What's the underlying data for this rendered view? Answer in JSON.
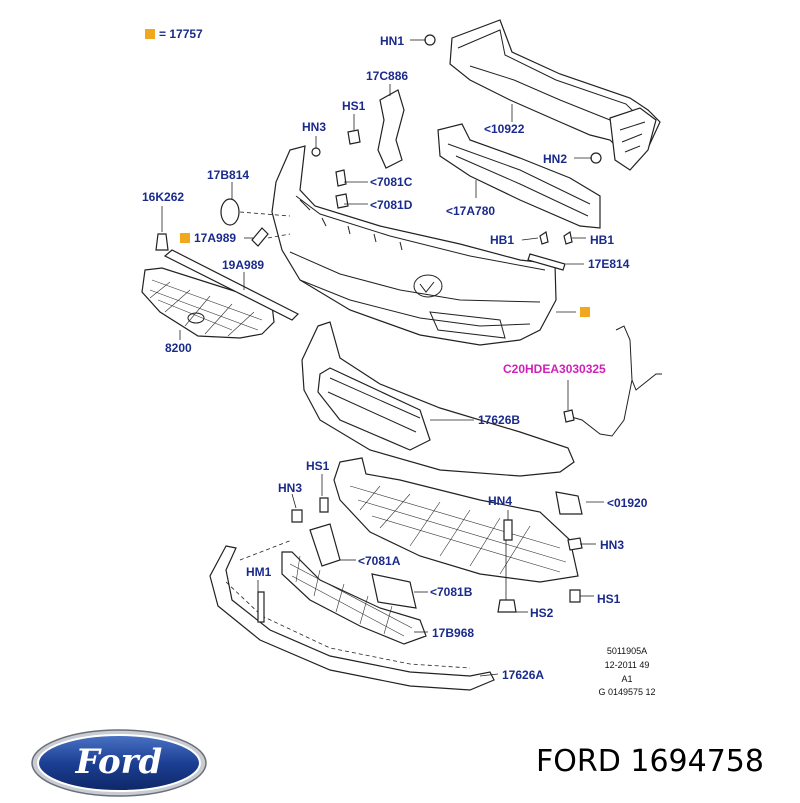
{
  "legend": {
    "swatch_color": "#f2a81d",
    "text": "= 17757"
  },
  "labels": {
    "hn1": "HN1",
    "c17c886": "17C886",
    "hs1_top": "HS1",
    "hn3_top": "HN3",
    "c10922": "<10922",
    "hn2": "HN2",
    "c7081c": "<7081C",
    "c7081d": "<7081D",
    "c17a780": "<17A780",
    "c17b814": "17B814",
    "c16k262": "16K262",
    "c17a989": "17A989",
    "hb1_left": "HB1",
    "hb1_right": "HB1",
    "c17e814": "17E814",
    "c19a989": "19A989",
    "c8200": "8200",
    "c20hdea": "C20HDEA3030325",
    "c17626b": "17626B",
    "hs1_mid": "HS1",
    "hn3_mid": "HN3",
    "hn4": "HN4",
    "c01920": "<01920",
    "hn3_low": "HN3",
    "c7081a": "<7081A",
    "hm1": "HM1",
    "c7081b": "<7081B",
    "hs1_low": "HS1",
    "hs2": "HS2",
    "c17b968": "17B968",
    "c17626a": "17626A"
  },
  "meta": {
    "line1": "5011905A",
    "line2": "12-2011 49",
    "line3": "A1",
    "line4": "G 0149575 12"
  },
  "brand": {
    "logo_text": "Ford",
    "logo_color": "#1c3f94",
    "caption": "FORD 1694758"
  },
  "colors": {
    "label_blue": "#1a2a8c",
    "label_magenta": "#d11fb8"
  }
}
